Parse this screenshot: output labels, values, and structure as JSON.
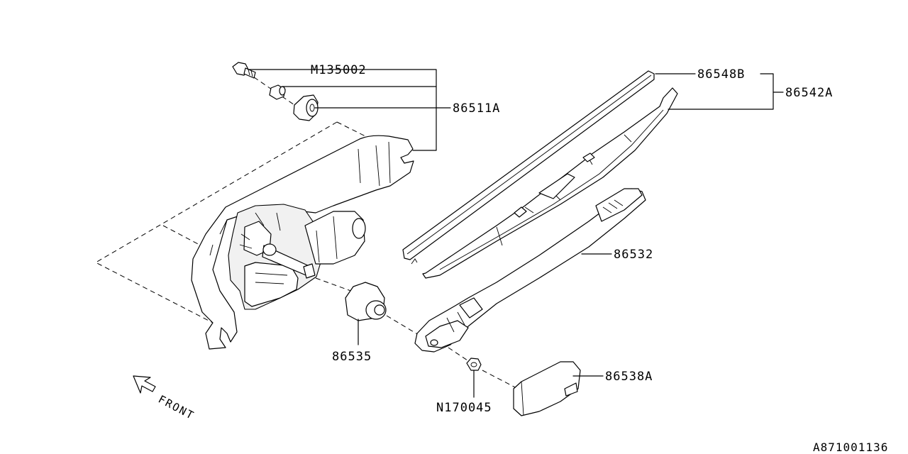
{
  "labels": {
    "m135002": "M135002",
    "p86511a": "86511A",
    "p86548b": "86548B",
    "p86542a": "86542A",
    "p86532": "86532",
    "p86535": "86535",
    "p86538a": "86538A",
    "n170045": "N170045",
    "figure_id": "A871001136"
  },
  "direction": {
    "label": "FRONT"
  },
  "parts": [
    {
      "id": "M135002",
      "name": "bolt"
    },
    {
      "id": "86511A",
      "name": "grommet"
    },
    {
      "id": "86548B",
      "name": "wiper blade rubber"
    },
    {
      "id": "86542A",
      "name": "wiper blade assembly"
    },
    {
      "id": "86532",
      "name": "wiper arm"
    },
    {
      "id": "86535",
      "name": "cap / seal"
    },
    {
      "id": "86538A",
      "name": "arm cover"
    },
    {
      "id": "N170045",
      "name": "nut"
    }
  ]
}
